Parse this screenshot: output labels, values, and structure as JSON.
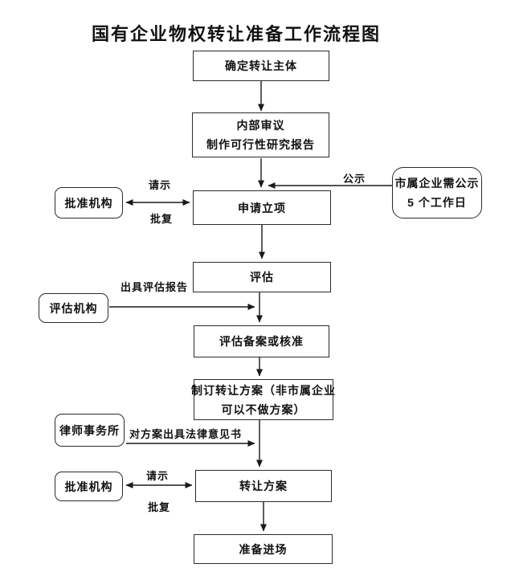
{
  "diagram": {
    "title": "国有企业物权转让准备工作流程图",
    "main_nodes": {
      "determine_subject": "确定转让主体",
      "internal_review": [
        "内部审议",
        "制作可行性研究报告"
      ],
      "apply_project": "申请立项",
      "evaluate": "评估",
      "evaluation_filing": "评估备案或核准",
      "draft_plan": [
        "制订转让方案（非市属企业",
        "可以不做方案）"
      ],
      "transfer_plan": "转让方案",
      "prepare_entry": "准备进场"
    },
    "side_nodes": {
      "approval_org_top": "批准机构",
      "public_notice": [
        "市属企业需公示",
        "5 个工作日"
      ],
      "evaluation_org": "评估机构",
      "law_firm": "律师事务所",
      "approval_org_bottom": "批准机构"
    },
    "edge_labels": {
      "request_top": "请示",
      "reply_top": "批复",
      "public_notice": "公示",
      "issue_eval_report": "出具评估报告",
      "legal_opinion": "对方案出具法律意见书",
      "request_bottom": "请示",
      "reply_bottom": "批复"
    },
    "colors": {
      "line": "#1a1a1a",
      "box_border": "#2b2b2b",
      "text": "#111111",
      "background": "#ffffff"
    }
  }
}
